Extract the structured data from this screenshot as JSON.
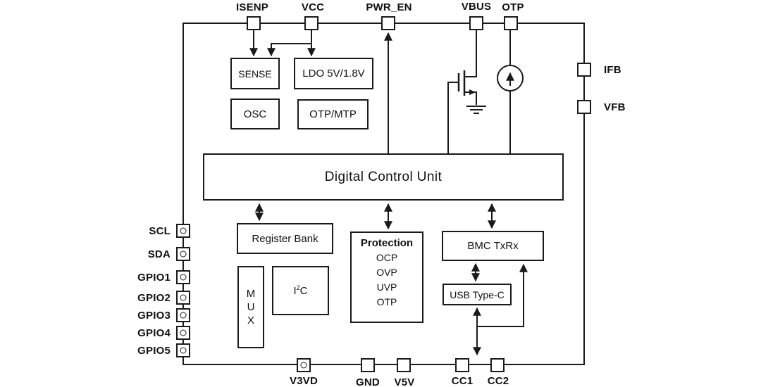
{
  "colors": {
    "background": "#ffffff",
    "line": "#1a1a1a",
    "text": "#111111"
  },
  "pins": {
    "top": [
      {
        "label": "ISENP"
      },
      {
        "label": "VCC"
      },
      {
        "label": "PWR_EN"
      },
      {
        "label": "VBUS"
      },
      {
        "label": "OTP"
      }
    ],
    "right": [
      {
        "label": "IFB"
      },
      {
        "label": "VFB"
      }
    ],
    "left": [
      {
        "label": "SCL"
      },
      {
        "label": "SDA"
      },
      {
        "label": "GPIO1"
      },
      {
        "label": "GPIO2"
      },
      {
        "label": "GPIO3"
      },
      {
        "label": "GPIO4"
      },
      {
        "label": "GPIO5"
      }
    ],
    "bottom": [
      {
        "label": "V3VD"
      },
      {
        "label": "GND"
      },
      {
        "label": "V5V"
      },
      {
        "label": "CC1"
      },
      {
        "label": "CC2"
      }
    ]
  },
  "blocks": {
    "sense": {
      "label": "SENSE"
    },
    "ldo": {
      "label": "LDO 5V/1.8V"
    },
    "osc": {
      "label": "OSC"
    },
    "otp_mtp": {
      "label": "OTP/MTP"
    },
    "dcu": {
      "label": "Digital Control Unit"
    },
    "register_bank": {
      "label": "Register Bank"
    },
    "mux": {
      "letters": [
        "M",
        "U",
        "X"
      ]
    },
    "i2c": {
      "base": "I",
      "sup": "2",
      "tail": "C"
    },
    "protection": {
      "title": "Protection",
      "items": [
        "OCP",
        "OVP",
        "UVP",
        "OTP"
      ]
    },
    "bmc": {
      "label": "BMC TxRx"
    },
    "usb": {
      "label": "USB Type-C"
    }
  }
}
